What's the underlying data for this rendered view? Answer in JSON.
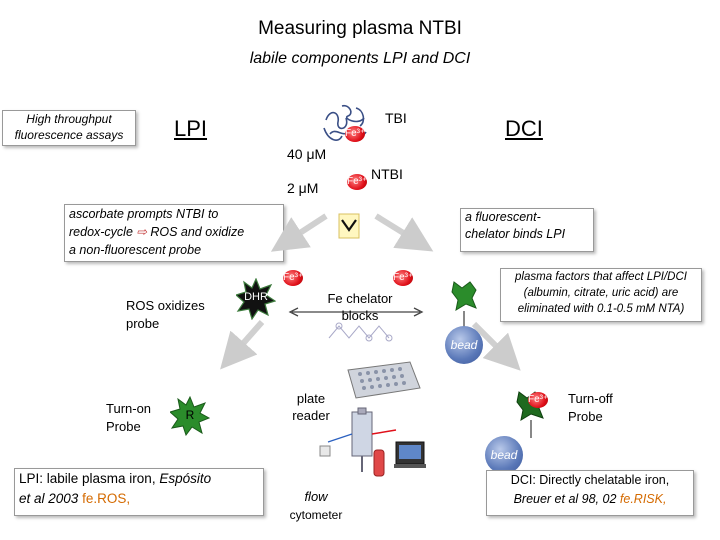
{
  "header": {
    "title": "Measuring plasma NTBI",
    "subtitle": "labile components LPI and DCI"
  },
  "left_box": {
    "line1": "High throughput",
    "line2": "fluorescence assays"
  },
  "lpi_label": "LPI",
  "dci_label": "DCI",
  "tbi_label": "TBI",
  "ntbi_label": "NTBI",
  "conc_high": "40 μM",
  "conc_low": "2 μM",
  "fe_label": "Fe³⁺",
  "ascorbate_box": {
    "line1": "ascorbate prompts NTBI to",
    "line2_a": "redox-cycle ",
    "line2_arrow": "⇨",
    "line2_b": " ROS  and oxidize",
    "line3": "a non-fluorescent  probe"
  },
  "chelator_box": {
    "line1": "a fluorescent-",
    "line2": "chelator binds  LPI"
  },
  "plasma_box": {
    "line1": "plasma factors that affect LPI/DCI",
    "line2": "(albumin, citrate, uric acid) are",
    "line3": "eliminated with 0.1-0.5 mM NTA)"
  },
  "ros_text": {
    "line1": "ROS oxidizes",
    "line2": "probe"
  },
  "dhr_label": "DHR",
  "fe_chelator": {
    "line1": "Fe chelator",
    "line2": "blocks"
  },
  "bead_label": "bead",
  "turn_on": {
    "line1": "Turn-on",
    "line2": "Probe"
  },
  "r_label": "R",
  "plate_reader": {
    "line1": "plate",
    "line2": "reader"
  },
  "turn_off": {
    "line1": "Turn-off",
    "line2": "Probe"
  },
  "flow": {
    "line1": "flow",
    "line2": "cytometer"
  },
  "lpi_ref": {
    "prefix": "LPI: labile plasma iron, ",
    "author": "Espósito",
    "line2_a": "et al 2003 ",
    "line2_b": "fe.ROS,"
  },
  "dci_ref": {
    "line1": "DCI: Directly chelatable iron,",
    "line2_a": "Breuer et al 98, 02 ",
    "line2_b": "fe.RISK,"
  },
  "colors": {
    "fe": "#e0101a",
    "probe_green": "#2b8c2b",
    "bead_blue": "#5a78b8",
    "orange_ref": "#d46a00"
  }
}
